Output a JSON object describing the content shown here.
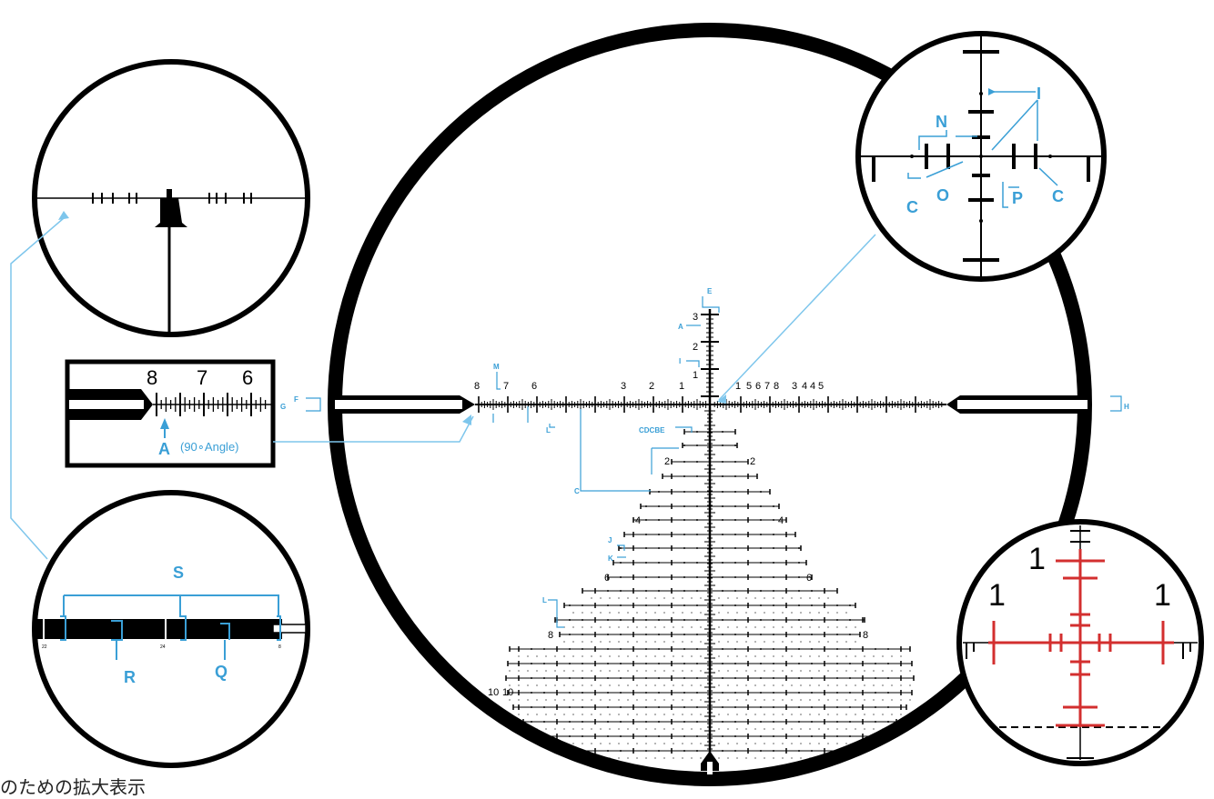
{
  "colors": {
    "callout": "#3a9fd6",
    "reticle": "#000000",
    "illuminated": "#d32f2f"
  },
  "main_reticle": {
    "h_left_numbers": [
      "8",
      "7",
      "6",
      "3",
      "2",
      "1"
    ],
    "h_right_numbers": [
      "1",
      "5",
      "6",
      "7",
      "8",
      "3",
      "4",
      "4",
      "5"
    ],
    "v_up_numbers": [
      "3",
      "2",
      "1"
    ],
    "row_labels_left": [
      "2",
      "4",
      "6",
      "8",
      "10",
      "10"
    ],
    "row_labels_right": [
      "2",
      "4",
      "6",
      "8"
    ],
    "callouts": [
      "E",
      "A",
      "I",
      "M",
      "F",
      "G",
      "H",
      "L",
      "C",
      "J",
      "K",
      "L",
      "CDCBE"
    ]
  },
  "zoom_top_left": {},
  "zoom_scale": {
    "numbers": [
      "8",
      "7",
      "6"
    ],
    "label_a": "A",
    "angle_note": "(90∘Angle)"
  },
  "zoom_bottom_left": {
    "labels": [
      "S",
      "R",
      "Q"
    ],
    "small_numbers": [
      "22",
      "24",
      "8"
    ]
  },
  "zoom_top_right": {
    "labels": [
      "I",
      "N",
      "C",
      "O",
      "P",
      "C"
    ]
  },
  "zoom_bottom_right": {
    "labels": [
      "1",
      "1",
      "1"
    ]
  },
  "caption": "のための拡大表示"
}
